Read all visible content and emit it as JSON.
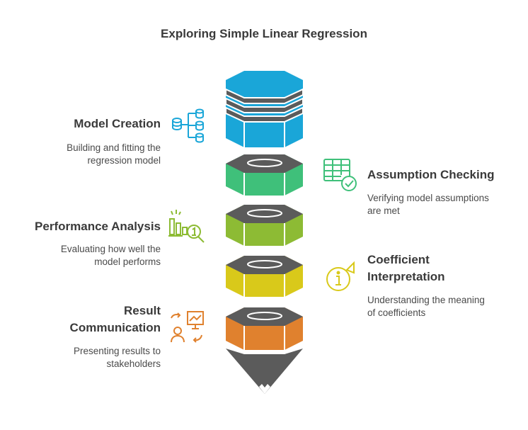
{
  "title": "Exploring Simple Linear Regression",
  "steps": [
    {
      "title": "Model Creation",
      "desc": [
        "Building and fitting the",
        "regression model"
      ],
      "color": "#1aa6d8",
      "icon": "database-hierarchy-icon"
    },
    {
      "title": "Assumption Checking",
      "desc": [
        "Verifying model assumptions",
        "are met"
      ],
      "color": "#3fc07a",
      "icon": "table-check-icon"
    },
    {
      "title": "Performance Analysis",
      "desc": [
        "Evaluating how well the",
        "model performs"
      ],
      "color": "#8dbb34",
      "icon": "bar-chart-magnifier-icon"
    },
    {
      "title": [
        "Coefficient",
        "Interpretation"
      ],
      "desc": [
        "Understanding the meaning",
        "of coefficients"
      ],
      "color": "#d9c91a",
      "icon": "info-megaphone-icon"
    },
    {
      "title": [
        "Result",
        "Communication"
      ],
      "desc": [
        "Presenting results to",
        "stakeholders"
      ],
      "color": "#e0812e",
      "icon": "presentation-people-icon"
    }
  ],
  "colors": {
    "cap": "#5b5b5b",
    "text": "#3a3a3a"
  }
}
